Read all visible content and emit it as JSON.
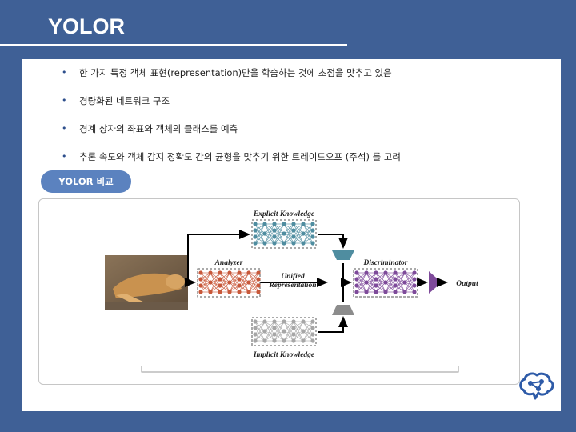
{
  "slide": {
    "title": "YOLOR",
    "bullets": [
      "한 가지 특정 객체 표현(representation)만을 학습하는 것에 초점을 맞추고 있음",
      "경량화된 네트워크 구조",
      "경계 상자의 좌표와 객체의 클래스를 예측",
      "추론 속도와 객체 감지 정확도 간의 균형을 맞추기 위한 트레이드오프 (주석) 를 고려"
    ],
    "pill_label": "YOLOR 비교"
  },
  "diagram": {
    "explicit_knowledge": "Explicit Knowledge",
    "analyzer": "Analyzer",
    "unified_line1": "Unified",
    "unified_line2": "Representation",
    "discriminator": "Discriminator",
    "output": "Output",
    "implicit_knowledge": "Implicit Knowledge"
  },
  "colors": {
    "background": "#3f6096",
    "pill": "#5b82bf",
    "explicit_net": "#4f8da0",
    "analyzer_net": "#c8583a",
    "discriminator_net": "#7e4a9a",
    "implicit_net": "#a6a6a6",
    "top_funnel": "#4f8da0",
    "bottom_funnel": "#8c8c8c"
  },
  "icons": {
    "photo": "sleeping-dog-photo",
    "logo": "brain-network-icon"
  }
}
